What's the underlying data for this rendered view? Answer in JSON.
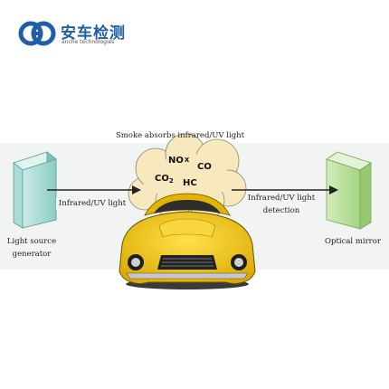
{
  "logo": {
    "name_cn": "安车检测",
    "name_en": "anche technologies",
    "brand_color": "#1f5fa6"
  },
  "diagram": {
    "top_label": "Smoke absorbs infrared/UV light",
    "left_beam_label": "Infrared/UV light",
    "right_beam_label_line1": "Infrared/UV light",
    "right_beam_label_line2": "detection",
    "source_label_line1": "Light source",
    "source_label_line2": "generator",
    "receiver_label": "Optical mirror",
    "gases": {
      "nox_main": "NO",
      "nox_sub": "X",
      "co": "CO",
      "co2_main": "CO",
      "co2_sub": "2",
      "hc": "HC"
    }
  },
  "colors": {
    "source_box": "#9fd6cf",
    "receiver_box": "#b5dc94",
    "smoke_cloud": "#f7e8bd",
    "car_body": "#f2c100",
    "band": "#f2f3f3"
  }
}
